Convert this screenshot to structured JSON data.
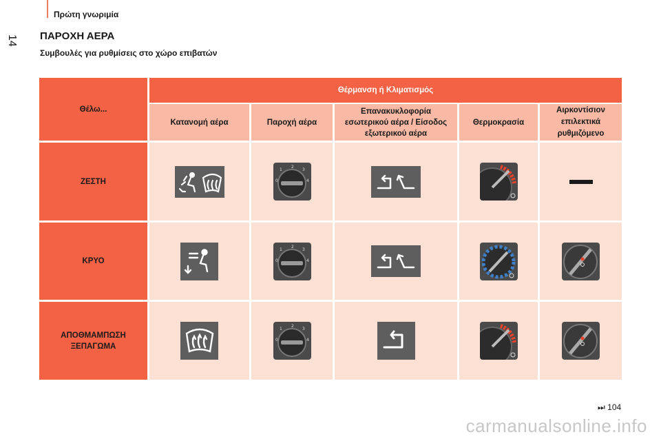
{
  "header": {
    "chapter": "Πρώτη γνωριμία",
    "page_number": "14",
    "title": "ΠΑΡΟΧΗ ΑΕΡΑ",
    "subtitle": "Συμβουλές για ρυθμίσεις στο χώρο επιβατών"
  },
  "table": {
    "corner_label": "Θέλω...",
    "group_header": "Θέρμανση ή Κλιματισμός",
    "columns": [
      "Κατανομή αέρα",
      "Παροχή αέρα",
      "Επανακυκλοφορία εσωτερικού αέρα / Είσοδος εξωτερικού αέρα",
      "Θερμοκρασία",
      "Αιρκοντίσιον επιλεκτικά ρυθμιζόμενο"
    ],
    "rows": [
      {
        "label": "ΖΕΣΤΗ",
        "cells": [
          "feet-windshield-icon",
          "fan-speed-dial-icon",
          "recirculation-fresh-air-icon",
          "temperature-hot-dial-icon",
          "dash-symbol"
        ]
      },
      {
        "label": "ΚΡΥΟ",
        "cells": [
          "face-vent-icon",
          "fan-speed-dial-icon",
          "recirculation-fresh-air-icon",
          "temperature-cold-dial-icon",
          "ac-dial-icon"
        ]
      },
      {
        "label_line1": "ΑΠΟΘΜΑΜΠΩΣΗ",
        "label_line2": "ΞΕΠΑΓΩΜΑ",
        "cells": [
          "windshield-defrost-icon",
          "fan-speed-dial-icon",
          "recirculation-icon",
          "temperature-hot-dial-icon",
          "ac-dial-icon"
        ]
      }
    ]
  },
  "footer": {
    "reference_symbol": "⏭",
    "reference_page": "104"
  },
  "watermark": "carmanualsonline.info",
  "colors": {
    "row_header": "#f46246",
    "column_header": "#f9b9a5",
    "cell_background": "#fde0d4",
    "icon_tile": "#5e5e5e",
    "heat_accent": "#e8442c",
    "cold_accent": "#3f7fc8"
  }
}
